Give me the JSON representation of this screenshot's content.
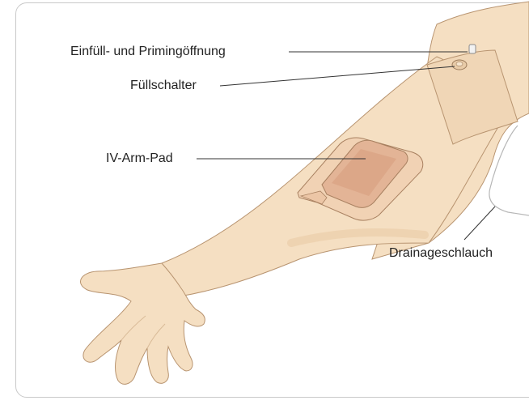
{
  "labels": {
    "fill_port": "Einfüll- und Primingöffnung",
    "fill_switch": "Füllschalter",
    "iv_pad": "IV-Arm-Pad",
    "drain_tube": "Drainageschlauch"
  },
  "colors": {
    "skin": "#f5dfc2",
    "skin_shadow": "#ebcda9",
    "skin_outline": "#b89470",
    "pad": "#e3b496",
    "pad_inner": "#d79f7f",
    "leader_line": "#333333",
    "frame": "#c9c9c9"
  }
}
